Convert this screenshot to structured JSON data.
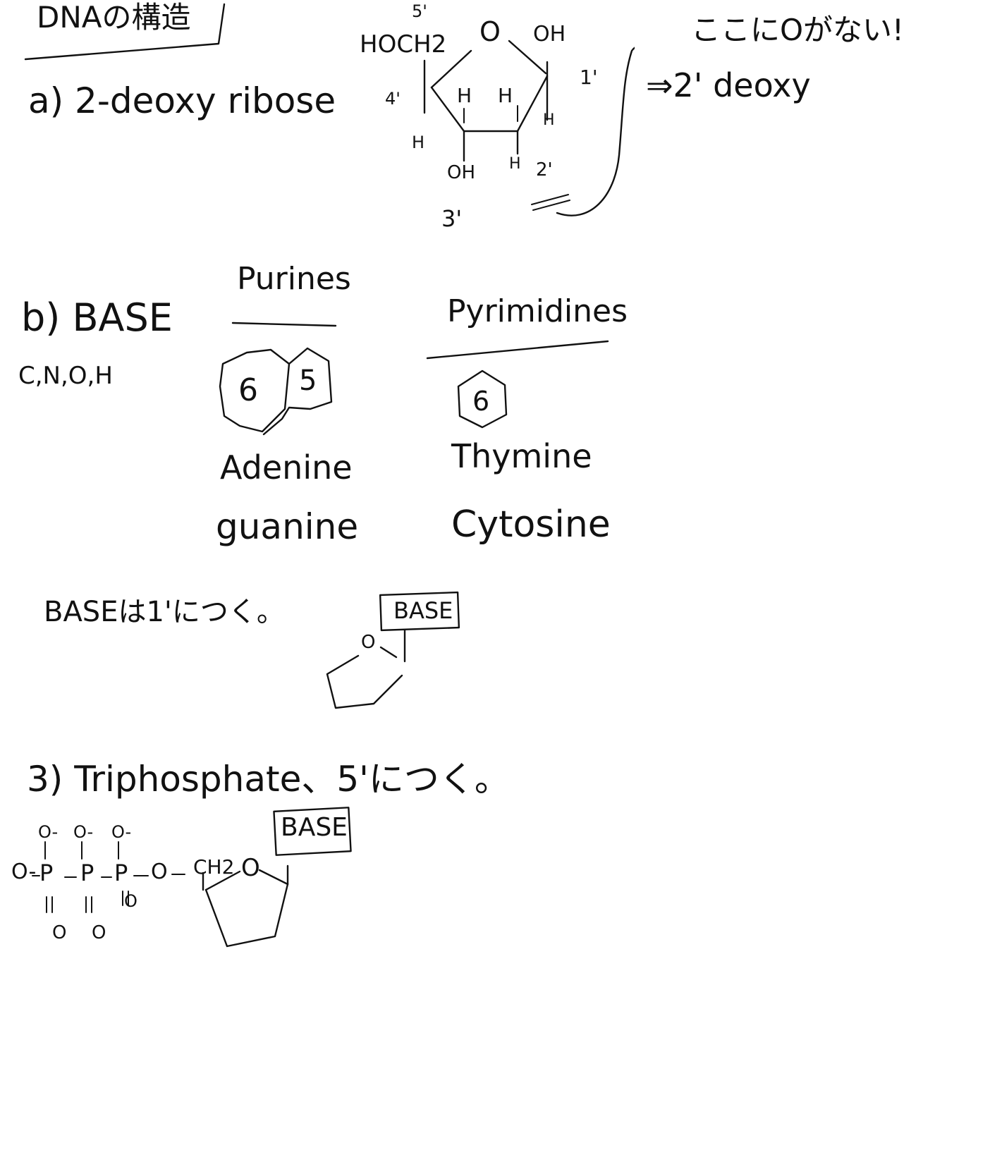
{
  "note": {
    "title": "DNAの構造",
    "section_a": {
      "heading": "a) 2-deoxy ribose",
      "ring": {
        "label_5p": "5'",
        "hoch2": "HOCH2",
        "ring_o": "O",
        "oh_top": "OH",
        "label_4p": "4'",
        "label_1p": "1'",
        "h_left": "H",
        "h_mid": "H",
        "h_4_below": "H",
        "h_1_below": "H",
        "oh_bottom": "OH",
        "h_2_below": "H",
        "label_2p": "2'",
        "label_3p": "3'"
      },
      "callout_line1": "ここにOがない!",
      "callout_line2": "⇒2' deoxy"
    },
    "section_b": {
      "heading": "b) BASE",
      "elements": "C,N,O,H",
      "purines": {
        "title": "Purines",
        "ring_left": "6",
        "ring_right": "5",
        "items": [
          "Adenine",
          "guanine"
        ]
      },
      "pyrimidines": {
        "title": "Pyrimidines",
        "ring": "6",
        "items": [
          "Thymine",
          "Cytosine"
        ]
      },
      "base_attach_note": "BASEは1'につく。",
      "base_box": "BASE",
      "ring_o": "O"
    },
    "section_3": {
      "heading": "3) Triphosphate、5'につく。",
      "chain": "O-P-P-P-O-CH2",
      "o_minus": [
        "O-",
        "O-",
        "O-"
      ],
      "phosphates": [
        "P",
        "P",
        "P"
      ],
      "o_start": "O-",
      "o_link": "O",
      "ch2": "CH2",
      "oxo": [
        "O",
        "O",
        "O"
      ],
      "base_box": "BASE",
      "ring_o": "O"
    }
  }
}
